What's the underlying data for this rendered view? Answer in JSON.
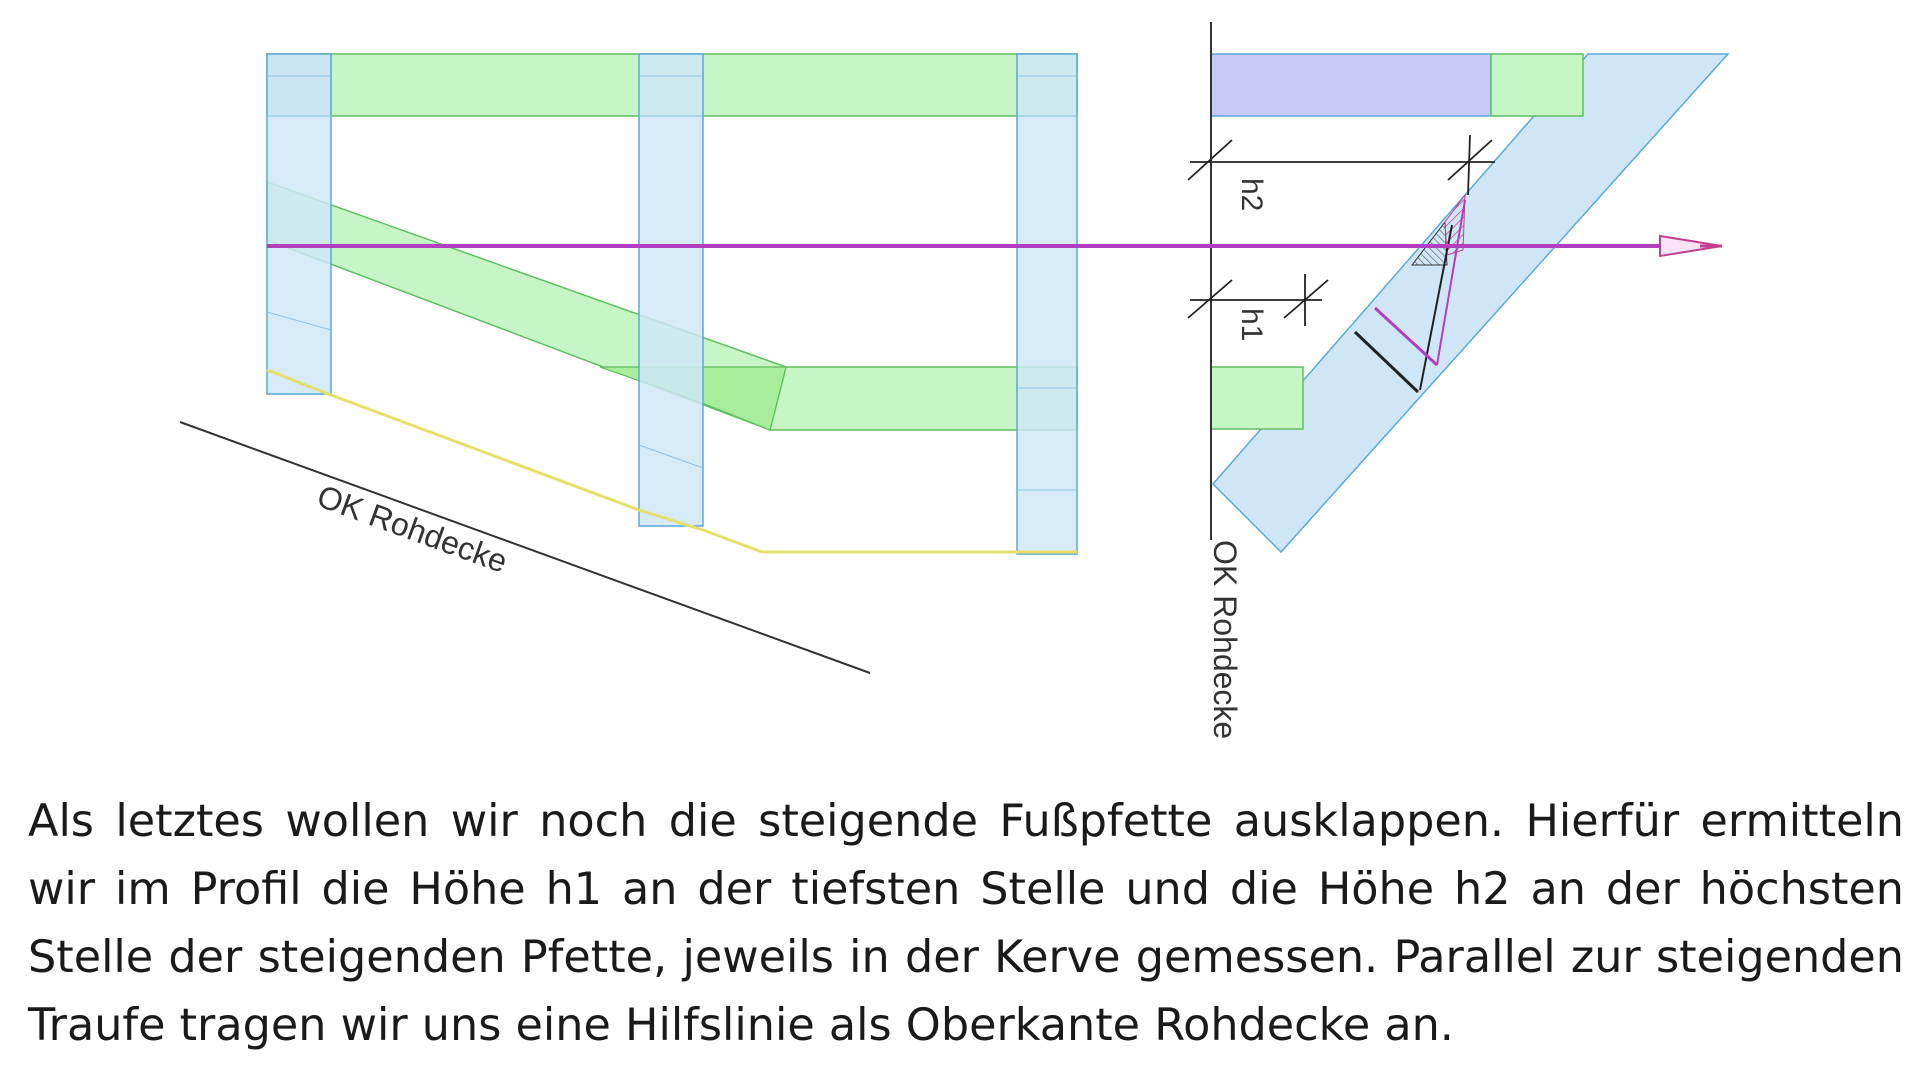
{
  "figure": {
    "left_view": {
      "datum_label": "OK Rohdecke"
    },
    "profile_view": {
      "datum_label": "OK Rohdecke",
      "h2_label": "h2",
      "h1_label": "h1"
    },
    "colors": {
      "timber_blue": "#cfe6f6",
      "timber_blue_stroke": "#5aa9d6",
      "timber_green": "#c6f5c6",
      "timber_green_stroke": "#5fbf5f",
      "purple_block": "#c9c9f8",
      "section_line": "#b23fbf",
      "hatch": "#c23f8f",
      "eave_line": "#e6e06a",
      "dimension_line": "#222222"
    }
  },
  "caption": "Als letztes wollen wir noch die steigende Fußpfette ausklappen. Hierfür ermitteln wir im Profil die Höhe h1 an der tiefsten Stelle und die Höhe h2 an der höchsten Stelle der steigenden Pfette, jeweils in der Kerve gemessen. Parallel zur steigenden Traufe tragen wir uns eine Hilfslinie als Oberkante Rohdecke an."
}
